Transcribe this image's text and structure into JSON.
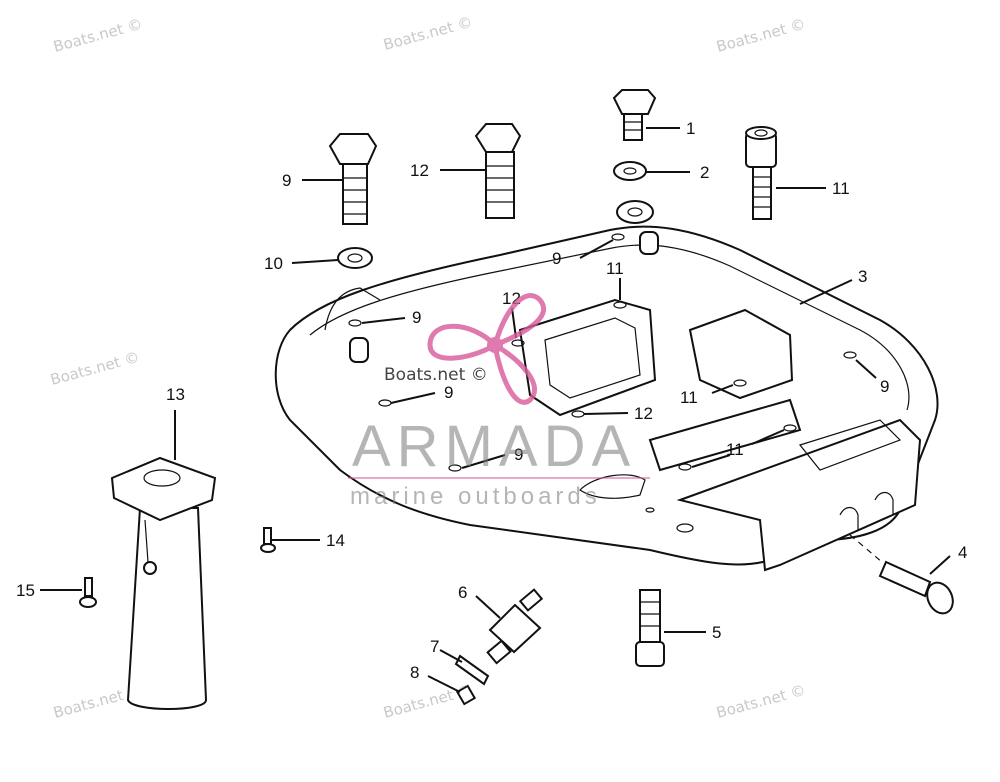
{
  "watermark": {
    "text": "Boats.net ©",
    "brand_main": "ARMADA",
    "brand_sub": "marine outboards",
    "center_text": "Boats.net ©",
    "logo_color": "#d85a9a"
  },
  "callouts": [
    "1",
    "2",
    "3",
    "4",
    "5",
    "6",
    "7",
    "8",
    "9",
    "10",
    "11",
    "12",
    "13",
    "14",
    "15"
  ],
  "plate_labels": {
    "a": "9",
    "b": "11",
    "c": "12",
    "d": "9",
    "e": "9",
    "f": "11",
    "g": "12",
    "h": "9",
    "i": "11",
    "j": "9"
  },
  "colors": {
    "ink": "#111111",
    "watermark": "#c9c9c9",
    "brand": "#7a7a7a"
  }
}
